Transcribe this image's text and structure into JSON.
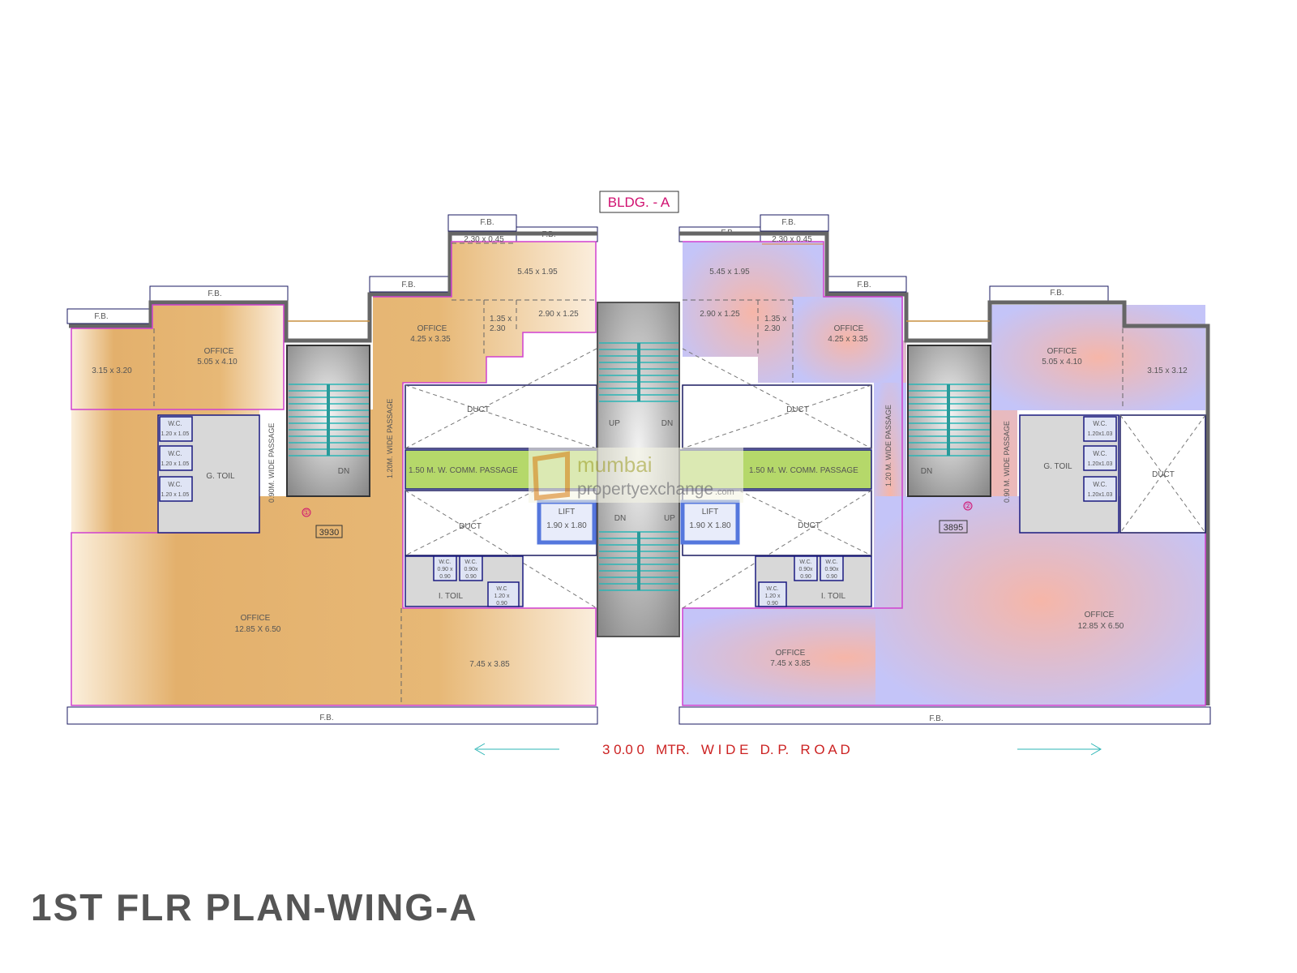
{
  "building_label": "BLDG. - A",
  "plan_title": "1ST FLR PLAN-WING-A",
  "road_label": "3 0.0 0   MTR.   W I D E   D. P.   R O A D",
  "fb_label": "F.B.",
  "colors": {
    "left_wing": "#e6b774",
    "right_wing": "#c4c4f8",
    "passage": "#b5d86a",
    "accent_text": "#d01070",
    "road_text": "#cc2222"
  },
  "left_wing": {
    "unit_no": "①",
    "unit_area": "3930",
    "rooms": {
      "r1": "3.15 x 3.20",
      "office1_label": "OFFICE",
      "office1_size": "5.05 x 4.10",
      "office2_label": "OFFICE",
      "office2_size": "4.25 x 3.35",
      "r2": "2.30 x 0.45",
      "r3": "5.45 x 1.95",
      "r4a": "1.35 x",
      "r4b": "2.30",
      "r5": "2.90 x 1.25",
      "office3_label": "OFFICE",
      "office3_size": "12.85 X 6.50",
      "r6": "7.45 x 3.85"
    },
    "gtoil": "G. TOIL",
    "wc": [
      {
        "l": "W.C.",
        "s": "1.20 x 1.05"
      },
      {
        "l": "W.C.",
        "s": "1.20 x 1.05"
      },
      {
        "l": "W.C.",
        "s": "1.20 x 1.05"
      }
    ],
    "passage_090": "0.90M. WIDE PASSAGE",
    "passage_120": "1.20M. WIDE PASSAGE",
    "comm_passage": "1.50 M. W. COMM. PASSAGE",
    "duct_upper": "DUCT",
    "duct_lower": "DUCT",
    "stair_dn": "DN",
    "lift_label": "LIFT",
    "lift_size": "1.90 x 1.80",
    "itoil": "I. TOIL",
    "itoil_wc": [
      {
        "l": "W.C.",
        "s1": "0.90 x",
        "s2": "0.90"
      },
      {
        "l": "W.C.",
        "s1": "0.90x",
        "s2": "0.90"
      },
      {
        "l": "W.C",
        "s1": "1.20 x",
        "s2": "0.90"
      }
    ]
  },
  "core": {
    "up_top": "UP",
    "dn_top": "DN",
    "dn_bottom": "DN",
    "up_bottom": "UP"
  },
  "right_wing": {
    "unit_no": "②",
    "unit_area": "3895",
    "rooms": {
      "r2": "2.30 x 0.45",
      "r3": "5.45 x 1.95",
      "r5": "2.90 x 1.25",
      "r4a": "1.35 x",
      "r4b": "2.30",
      "office2_label": "OFFICE",
      "office2_size": "4.25 x 3.35",
      "office1_label": "OFFICE",
      "office1_size": "5.05 x 4.10",
      "r1": "3.15 x 3.12",
      "office3_label": "OFFICE",
      "office3_size": "12.85 X 6.50",
      "office4_label": "OFFICE",
      "office4_size": "7.45 x 3.85"
    },
    "gtoil": "G. TOIL",
    "wc": [
      {
        "l": "W.C.",
        "s": "1.20x1.03"
      },
      {
        "l": "W.C.",
        "s": "1.20x1.03"
      },
      {
        "l": "W.C.",
        "s": "1.20x1.03"
      }
    ],
    "passage_090": "0.90 M. WIDE PASSAGE",
    "passage_120": "1.20 M. WIDE PASSAGE",
    "comm_passage": "1.50 M. W. COMM. PASSAGE",
    "duct_upper": "DUCT",
    "duct_lower": "DUCT",
    "duct_side": "DUCT",
    "stair_dn": "DN",
    "lift_label": "LIFT",
    "lift_size": "1.90 X 1.80",
    "itoil": "I. TOIL",
    "itoil_wc": [
      {
        "l": "W.C.",
        "s1": "0.90x",
        "s2": "0.90"
      },
      {
        "l": "W.C.",
        "s1": "0.90x",
        "s2": "0.90"
      },
      {
        "l": "W.C.",
        "s1": "1.20 x",
        "s2": "0.90"
      }
    ]
  },
  "watermark": {
    "line1": "mumbai",
    "line2": "propertyexchange",
    "suffix": ".com"
  }
}
